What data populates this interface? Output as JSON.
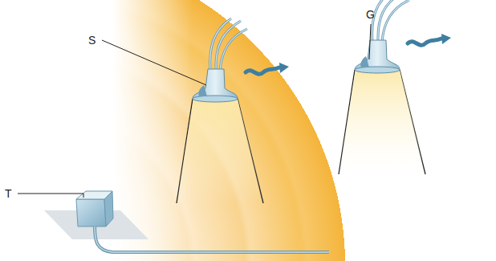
{
  "diagram": {
    "labels": [
      "S",
      "G",
      "T"
    ]
  }
}
